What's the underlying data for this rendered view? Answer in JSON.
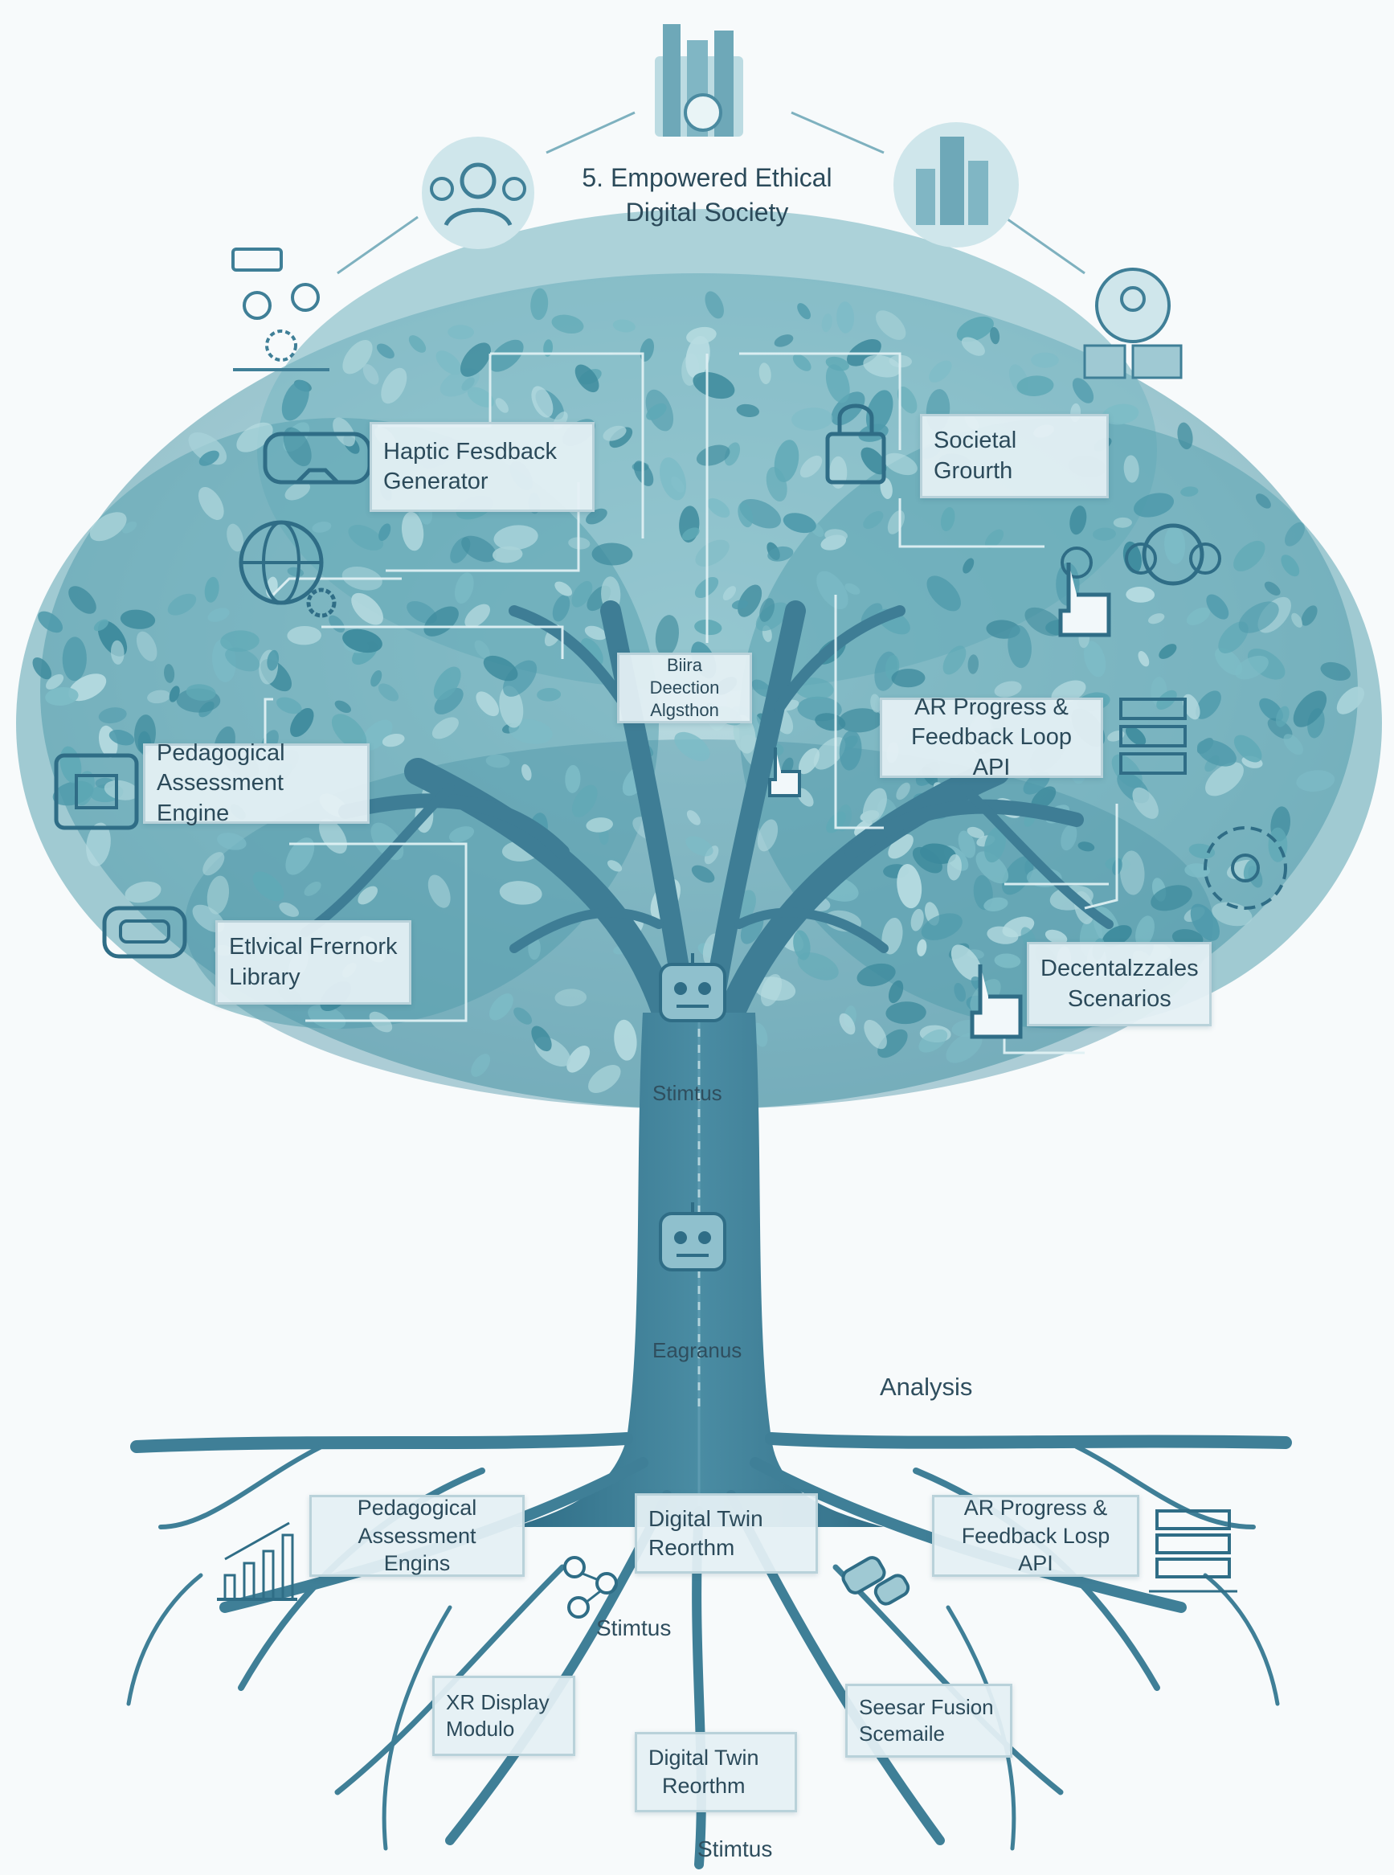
{
  "title": "5. Empowered Ethical\nDigital Society",
  "canopy": {
    "haptic": "Haptic Fesdback\nGenerator",
    "societal": "Societal\nGrourth",
    "bias": "Biira Deection\nAlgsthon",
    "ar_progress": "AR Progress &\nFeedback Loop API",
    "pedagogical": "Pedagogical\nAssessment Engine",
    "ethical": "Etlvical Frernork\nLibrary",
    "decentral": "Decentalzzales\nScenarios"
  },
  "trunk": {
    "stimtus_1": "Stimtus",
    "eagranus": "Eagranus",
    "analysis": "Analysis"
  },
  "roots": {
    "pedagogical": "Pedagogical\nAssessment Engins",
    "digital_twin_1": "Digital Twin\nReorthm",
    "ar_progress": "AR Progress &\nFeedback Losp API",
    "stimtus_2": "Stimtus",
    "xr_display": "XR Display\nModulo",
    "sensor_fusion": "Seesar Fusion\nScemaile",
    "digital_twin_2": "Digital Twin\nReorthm",
    "stimtus_3": "Stimtus"
  },
  "colors": {
    "leaf": "#5fa9b6",
    "leaf_light": "#a9d3d9",
    "trunk": "#3f7f97",
    "line": "#6da9ba",
    "box_fill": "#e4f0f4",
    "text": "#2b4a5a"
  },
  "icons": [
    "city-icon",
    "people-group-icon",
    "smart-city-icon",
    "team-gear-icon",
    "user-dashboard-icon",
    "vr-headset-icon",
    "globe-gear-icon",
    "padlock-icon",
    "touch-hand-icon",
    "cloud-network-icon",
    "chip-icon",
    "server-rack-icon",
    "hex-network-icon",
    "vr-goggles-icon",
    "robot-icon",
    "bar-chart-icon",
    "molecule-icon",
    "handshake-icon",
    "network-server-icon"
  ]
}
